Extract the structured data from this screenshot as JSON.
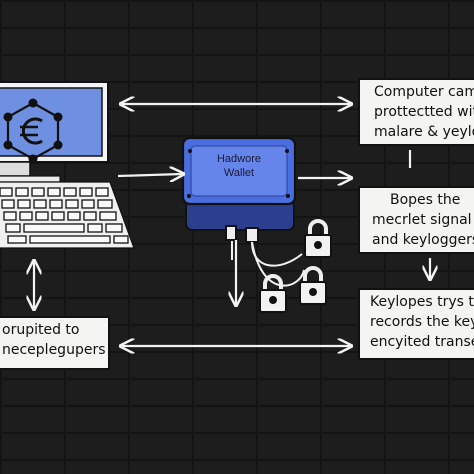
{
  "boxes": {
    "top_right": {
      "lines": [
        "Computer cam",
        "prottectted with",
        "malare & yeylogg"
      ]
    },
    "mid_right": {
      "lines": [
        "Bopes the",
        "mecrlet signal",
        "and keyloggers"
      ]
    },
    "bottom_right": {
      "lines": [
        "Keylopes trys t",
        "records the key",
        "encyited transe"
      ]
    },
    "bottom_left": {
      "lines": [
        "orupited to",
        "neceplegupers"
      ]
    }
  },
  "wallet": {
    "lines": [
      "Hadwore",
      "Wallet"
    ]
  },
  "colors": {
    "screen": "#6f8fe0",
    "wallet": "#4a6ee0",
    "arrow": "#f2f2f2"
  }
}
